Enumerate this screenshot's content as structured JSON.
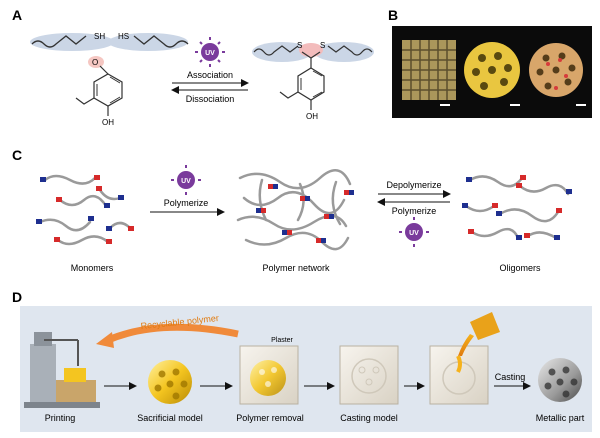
{
  "panel_a": {
    "letter": "A",
    "thiol_left": "SH",
    "thiol_right": "HS",
    "aldehyde_o": "O",
    "phenol_oh_left": "OH",
    "association_label": "Association",
    "dissociation_label": "Dissociation",
    "sulfur_left": "S",
    "sulfur_right": "S",
    "phenol_oh_right": "OH",
    "uv_label": "UV"
  },
  "panel_b": {
    "letter": "B"
  },
  "panel_c": {
    "letter": "C",
    "uv_label": "UV",
    "polymerize_label": "Polymerize",
    "depolymerize_label": "Depolymerize",
    "polymerize_label_2": "Polymerize",
    "monomers_label": "Monomers",
    "network_label": "Polymer network",
    "oligomers_label": "Oligomers"
  },
  "panel_d": {
    "letter": "D",
    "recyclable_label": "Recyclable polymer",
    "plaster_label": "Plaster",
    "casting_arrow_label": "Casting",
    "steps": [
      "Printing",
      "Sacrificial model",
      "Polymer removal",
      "Casting model",
      "Metallic part"
    ]
  },
  "colors": {
    "uv_purple": "#7a3b9c",
    "red_end": "#d62a2a",
    "blue_end": "#1e2f8f",
    "arrow_orange": "#f08a3a",
    "panel_d_bg": "#dfe6ef"
  }
}
